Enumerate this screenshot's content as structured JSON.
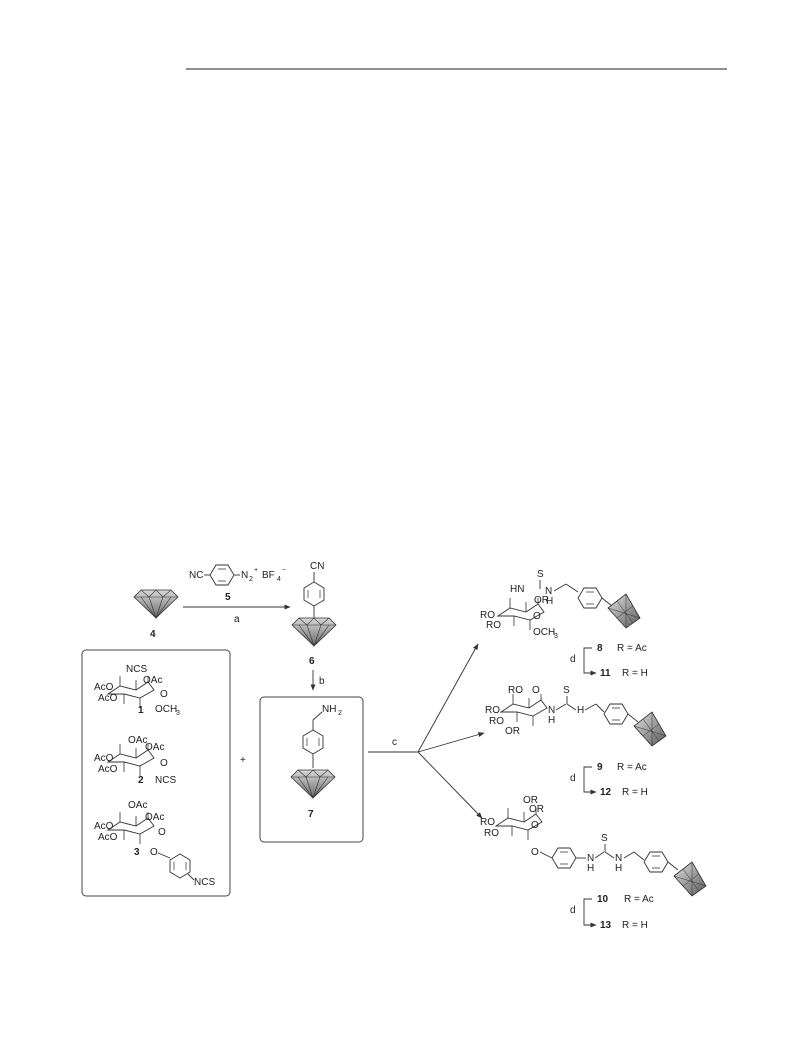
{
  "header_rule": true,
  "reagents": {
    "r5_left": "NC",
    "r5_n2": "N",
    "r5_sub": "2",
    "r5_sup": "+",
    "r5_bf": "BF",
    "r5_bf_sub": "4",
    "r5_bf_sup": "−",
    "r5_num": "5"
  },
  "compounds": {
    "c4": "4",
    "c6": "6",
    "c6_cn": "CN",
    "c7": "7",
    "c7_nh2": "NH",
    "c7_nh2_sub": "2",
    "c1": "1",
    "c2": "2",
    "c3": "3",
    "c8": "8",
    "c9": "9",
    "c10": "10",
    "c11": "11",
    "c12": "12",
    "c13": "13"
  },
  "sugar_labels": {
    "ncs": "NCS",
    "oac": "OAc",
    "aco": "AcO",
    "och3": "OCH",
    "och3_sub": "3",
    "o": "O",
    "or": "OR",
    "ro": "RO",
    "s": "S",
    "nh": "NH",
    "hn": "HN",
    "n_h": "N",
    "h": "H",
    "plus": "+"
  },
  "conditions": {
    "a": "a",
    "b": "b",
    "c": "c",
    "d1": "d",
    "d2": "d",
    "d3": "d",
    "r_ac_1": "R = Ac",
    "r_h_1": "R = H",
    "r_ac_2": "R = Ac",
    "r_h_2": "R = H",
    "r_ac_3": "R = Ac",
    "r_h_3": "R = H"
  }
}
